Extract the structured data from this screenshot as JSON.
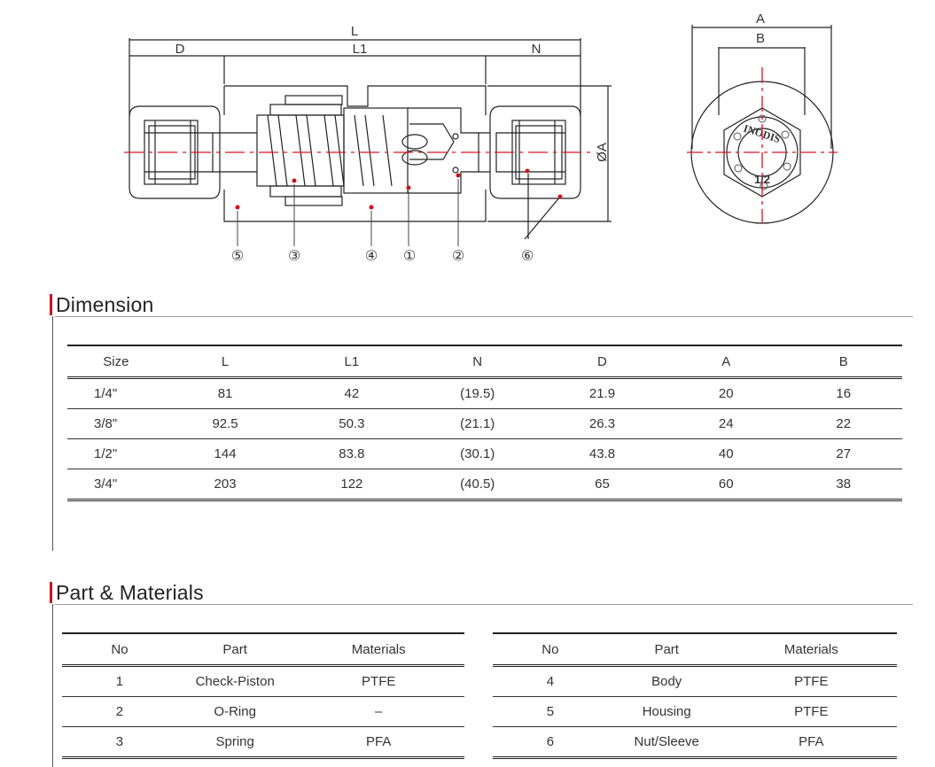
{
  "drawing": {
    "dim_labels": {
      "L": "L",
      "L1": "L1",
      "D": "D",
      "N": "N",
      "phiA": "ØA",
      "A": "A",
      "B": "B"
    },
    "callouts": [
      "⑤",
      "③",
      "④",
      "①",
      "②",
      "⑥"
    ],
    "nut_text": "INODIS",
    "nut_size": "1/2",
    "colors": {
      "centerline": "#e0141e",
      "outline": "#222222",
      "dot": "#d0121b"
    }
  },
  "dimension": {
    "title": "Dimension",
    "headers": [
      "Size",
      "L",
      "L1",
      "N",
      "D",
      "A",
      "B"
    ],
    "rows": [
      [
        "1/4\"",
        "81",
        "42",
        "(19.5)",
        "21.9",
        "20",
        "16"
      ],
      [
        "3/8\"",
        "92.5",
        "50.3",
        "(21.1)",
        "26.3",
        "24",
        "22"
      ],
      [
        "1/2\"",
        "144",
        "83.8",
        "(30.1)",
        "43.8",
        "40",
        "27"
      ],
      [
        "3/4\"",
        "203",
        "122",
        "(40.5)",
        "65",
        "60",
        "38"
      ]
    ]
  },
  "parts": {
    "title": "Part & Materials",
    "headers": [
      "No",
      "Part",
      "Materials"
    ],
    "left_rows": [
      [
        "1",
        "Check-Piston",
        "PTFE"
      ],
      [
        "2",
        "O-Ring",
        "–"
      ],
      [
        "3",
        "Spring",
        "PFA"
      ]
    ],
    "right_rows": [
      [
        "4",
        "Body",
        "PTFE"
      ],
      [
        "5",
        "Housing",
        "PTFE"
      ],
      [
        "6",
        "Nut/Sleeve",
        "PFA"
      ]
    ]
  },
  "accent_color": "#d0121b"
}
